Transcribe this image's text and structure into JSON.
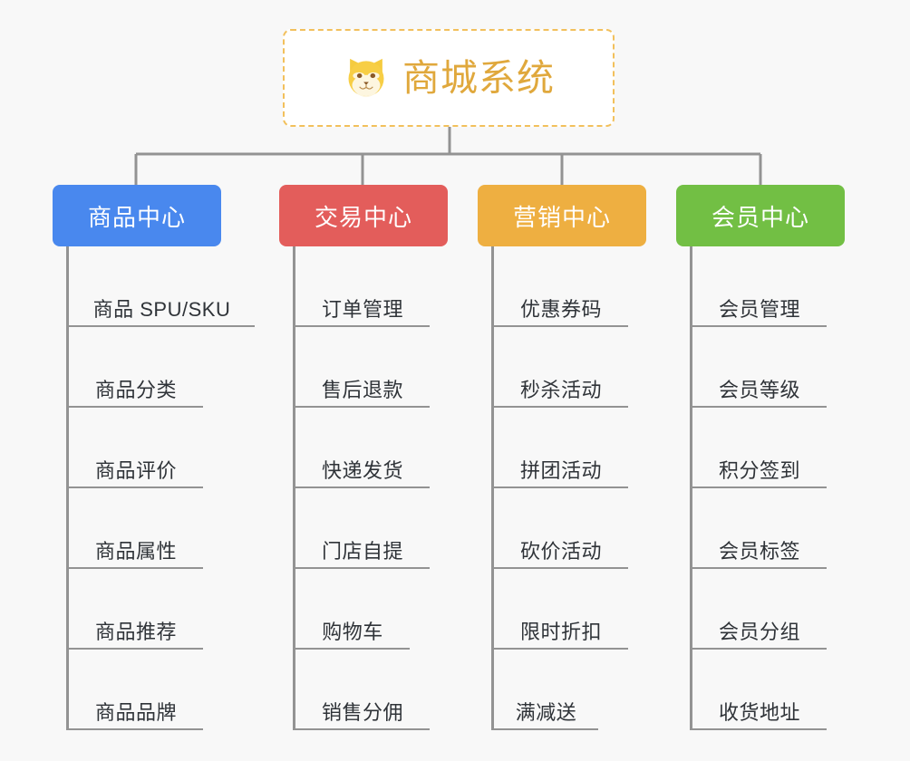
{
  "diagram": {
    "type": "mindmap-tree",
    "background_color": "#f8f8f8",
    "root": {
      "title": "商城系统",
      "icon": "shiba-dog-face-icon",
      "border_color": "#f2c05c",
      "text_color": "#e0a83c",
      "background_color": "#ffffff"
    },
    "connector_color": "#939393",
    "branches": [
      {
        "label": "商品中心",
        "color": "#4988ee",
        "items": [
          {
            "label": "商品 SPU/SKU",
            "width": "w1"
          },
          {
            "label": "商品分类",
            "width": "w2"
          },
          {
            "label": "商品评价",
            "width": "w2"
          },
          {
            "label": "商品属性",
            "width": "w2"
          },
          {
            "label": "商品推荐",
            "width": "w2"
          },
          {
            "label": "商品品牌",
            "width": "w2"
          }
        ]
      },
      {
        "label": "交易中心",
        "color": "#e35d5b",
        "items": [
          {
            "label": "订单管理",
            "width": "w2"
          },
          {
            "label": "售后退款",
            "width": "w2"
          },
          {
            "label": "快递发货",
            "width": "w2"
          },
          {
            "label": "门店自提",
            "width": "w2"
          },
          {
            "label": "购物车",
            "width": "w3"
          },
          {
            "label": "销售分佣",
            "width": "w2"
          }
        ]
      },
      {
        "label": "营销中心",
        "color": "#eeaf41",
        "items": [
          {
            "label": "优惠券码",
            "width": "w2"
          },
          {
            "label": "秒杀活动",
            "width": "w2"
          },
          {
            "label": "拼团活动",
            "width": "w2"
          },
          {
            "label": "砍价活动",
            "width": "w2"
          },
          {
            "label": "限时折扣",
            "width": "w2"
          },
          {
            "label": "满减送",
            "width": "w4"
          }
        ]
      },
      {
        "label": "会员中心",
        "color": "#72bf44",
        "items": [
          {
            "label": "会员管理",
            "width": "w2"
          },
          {
            "label": "会员等级",
            "width": "w2"
          },
          {
            "label": "积分签到",
            "width": "w2"
          },
          {
            "label": "会员标签",
            "width": "w2"
          },
          {
            "label": "会员分组",
            "width": "w2"
          },
          {
            "label": "收货地址",
            "width": "w2"
          }
        ]
      }
    ]
  }
}
